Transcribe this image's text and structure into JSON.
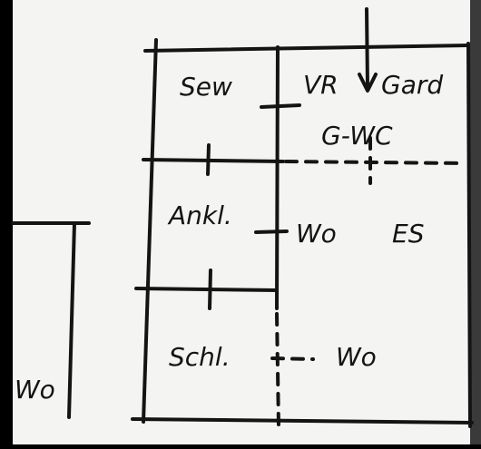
{
  "sketch": {
    "colors": {
      "paper": "#f4f4f2",
      "ink": "#141414",
      "border": "#000000"
    },
    "labels": {
      "left_partial": "Wo",
      "top_left": "Sew",
      "top_right_a": "VR",
      "top_right_b": "Gard",
      "top_right_c": "G-WC",
      "middle_left": "Ankl.",
      "middle_center": "Wo",
      "middle_right": "ES",
      "bottom_left": "Schl.",
      "bottom_right": "Wo"
    }
  }
}
